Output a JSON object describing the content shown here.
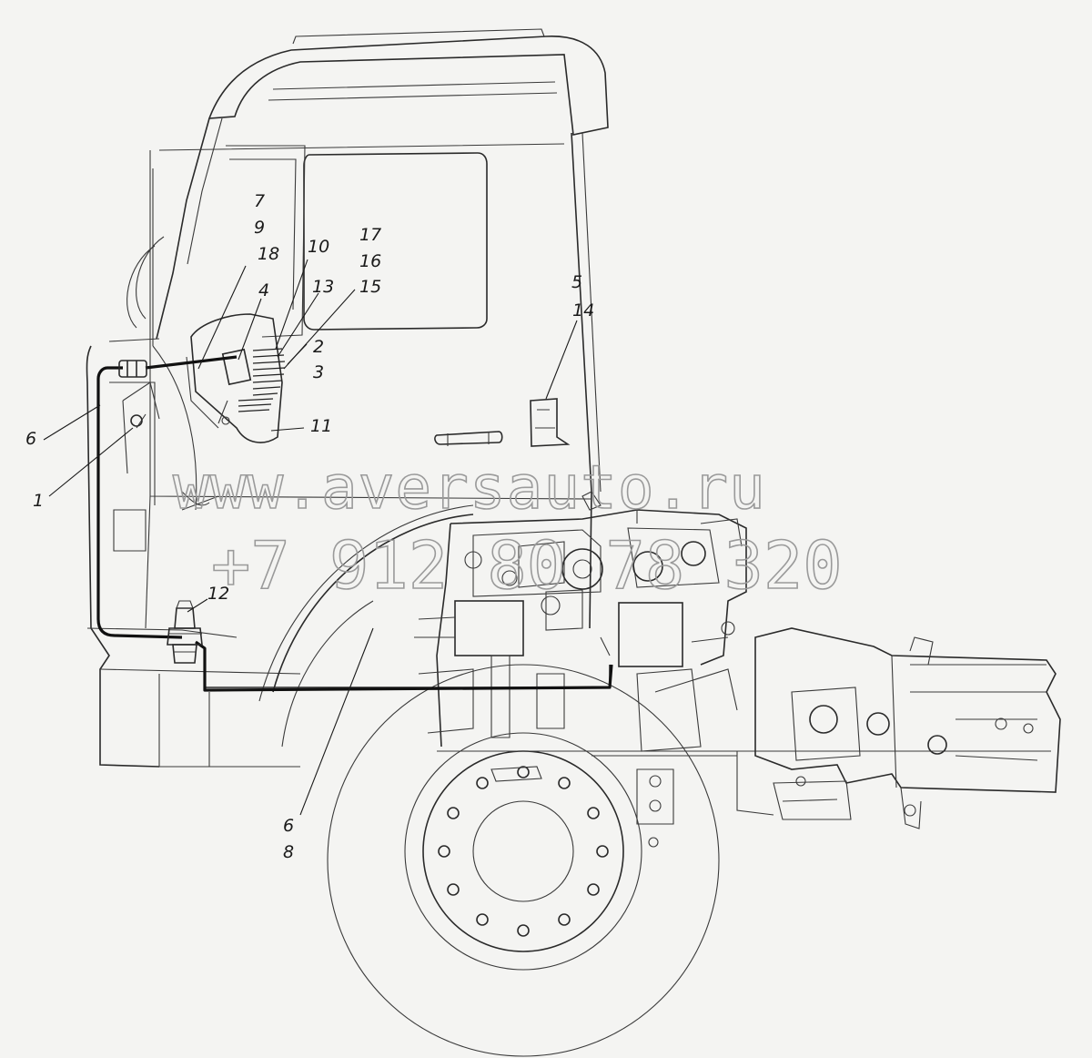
{
  "callouts": {
    "c7": "7",
    "c9": "9",
    "c18": "18",
    "c4": "4",
    "c10": "10",
    "c17": "17",
    "c16": "16",
    "c13": "13",
    "c15": "15",
    "c2": "2",
    "c3": "3",
    "c11": "11",
    "c5": "5",
    "c14": "14",
    "c6_left": "6",
    "c1": "1",
    "c12": "12",
    "c6_bottom": "6",
    "c8": "8"
  },
  "watermark": {
    "url": "www.aversauto.ru",
    "phone": "+7 912 80 78 320"
  }
}
